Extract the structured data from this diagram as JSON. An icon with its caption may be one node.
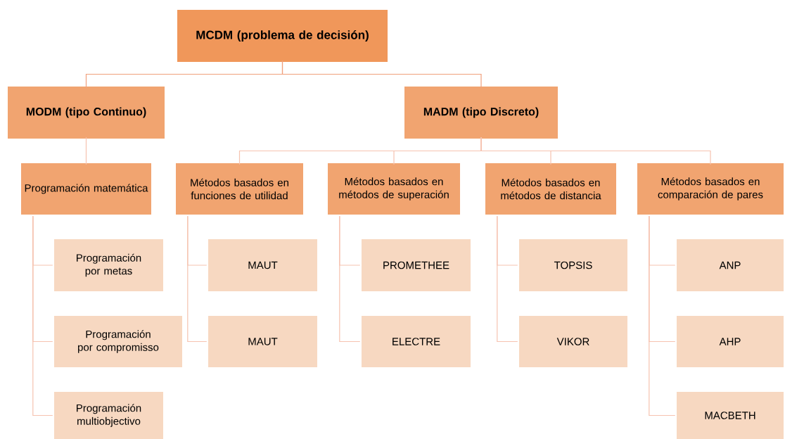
{
  "diagram": {
    "nodes": [
      {
        "text": [
          "MCDM (problema de decisión)"
        ]
      },
      {
        "text": [
          "MODM (tipo Continuo)"
        ]
      },
      {
        "text": [
          "MADM (tipo Discreto)"
        ]
      },
      {
        "text": [
          "Programación matemática"
        ]
      },
      {
        "text": [
          "Métodos basados en funciones de utilidad"
        ]
      },
      {
        "text": [
          "Métodos basados en métodos de superación"
        ]
      },
      {
        "text": [
          "Métodos basados en métodos de distancia"
        ]
      },
      {
        "text": [
          "Métodos basados en comparación de pares"
        ]
      },
      {
        "text": [
          "Programación por metas"
        ]
      },
      {
        "text": [
          "Programación por compromisso"
        ]
      },
      {
        "text": [
          "Programación multiobjectivo"
        ]
      },
      {
        "text": [
          "MAUT"
        ]
      },
      {
        "text": [
          "MAUT"
        ]
      },
      {
        "text": [
          "PROMETHEE"
        ]
      },
      {
        "text": [
          "ELECTRE"
        ]
      },
      {
        "text": [
          "TOPSIS"
        ]
      },
      {
        "text": [
          "VIKOR"
        ]
      },
      {
        "text": [
          "ANP"
        ]
      },
      {
        "text": [
          "AHP"
        ]
      },
      {
        "text": [
          "MACBETH"
        ]
      }
    ],
    "edges": [
      {
        "from": 0,
        "to": 1,
        "arrow": "none"
      },
      {
        "from": 0,
        "to": 2,
        "arrow": "none"
      },
      {
        "from": 1,
        "to": 3,
        "arrow": "none"
      },
      {
        "from": 2,
        "to": 4,
        "arrow": "none"
      },
      {
        "from": 2,
        "to": 5,
        "arrow": "none"
      },
      {
        "from": 2,
        "to": 6,
        "arrow": "none"
      },
      {
        "from": 2,
        "to": 7,
        "arrow": "none"
      },
      {
        "from": 3,
        "to": 8,
        "arrow": "none"
      },
      {
        "from": 3,
        "to": 9,
        "arrow": "none"
      },
      {
        "from": 3,
        "to": 10,
        "arrow": "none"
      },
      {
        "from": 4,
        "to": 11,
        "arrow": "none"
      },
      {
        "from": 4,
        "to": 12,
        "arrow": "none"
      },
      {
        "from": 5,
        "to": 13,
        "arrow": "none"
      },
      {
        "from": 5,
        "to": 14,
        "arrow": "none"
      },
      {
        "from": 6,
        "to": 15,
        "arrow": "none"
      },
      {
        "from": 6,
        "to": 16,
        "arrow": "none"
      },
      {
        "from": 7,
        "to": 17,
        "arrow": "none"
      },
      {
        "from": 7,
        "to": 18,
        "arrow": "none"
      },
      {
        "from": 7,
        "to": 19,
        "arrow": "none"
      }
    ]
  }
}
